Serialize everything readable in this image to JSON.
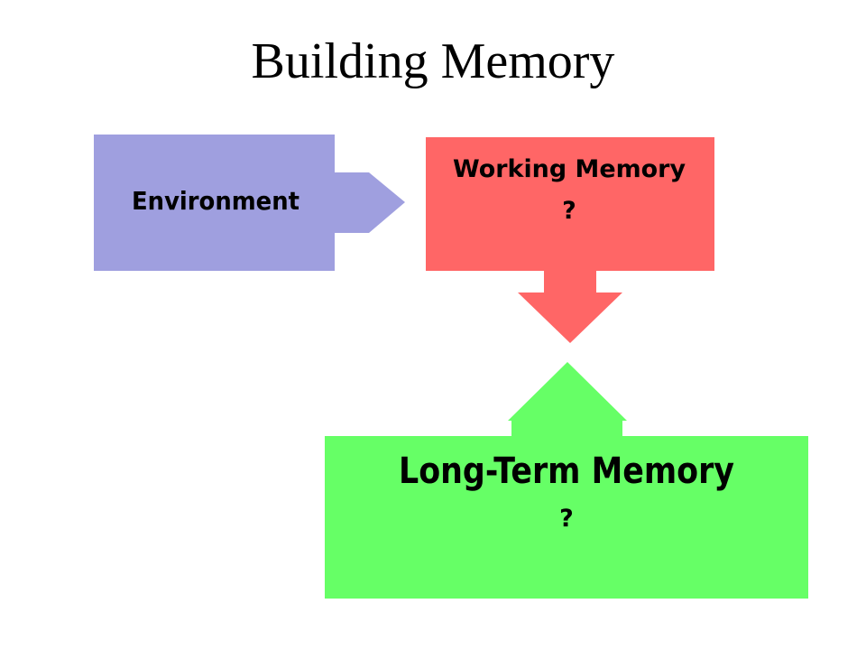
{
  "slide": {
    "title": "Building Memory"
  },
  "colors": {
    "environment": "#9f9fdf",
    "working_memory": "#ff6666",
    "long_term_memory": "#66ff66",
    "text": "#000000",
    "background": "#ffffff"
  },
  "nodes": {
    "environment": {
      "label": "Environment"
    },
    "working_memory": {
      "label": "Working Memory",
      "sublabel": "?"
    },
    "long_term_memory": {
      "label": "Long-Term Memory",
      "sublabel": "?"
    }
  },
  "edges": [
    {
      "from": "environment",
      "to": "working_memory"
    },
    {
      "from": "working_memory",
      "to": "long_term_memory"
    },
    {
      "from": "long_term_memory",
      "to": "working_memory"
    }
  ]
}
